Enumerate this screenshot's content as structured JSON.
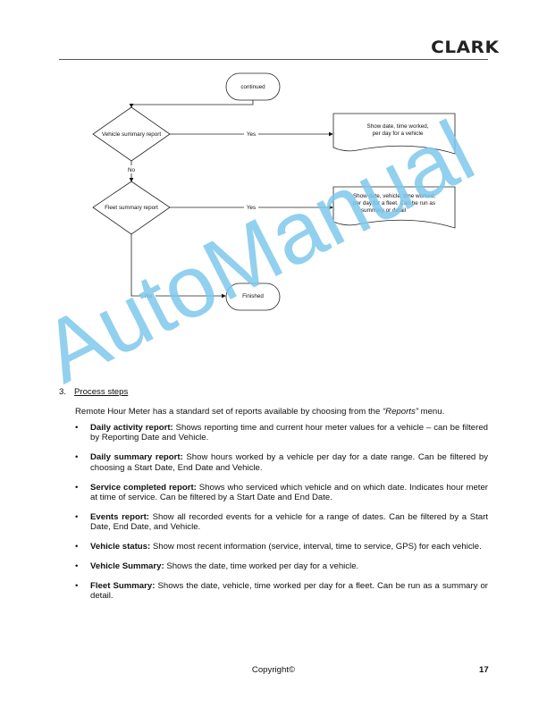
{
  "header": {
    "logo": "CLARK"
  },
  "watermark": "AutoManual",
  "flowchart": {
    "start": "continued",
    "decision1": "Vehicle summary report",
    "decision2": "Fleet summary report",
    "yes1": "Yes",
    "yes2": "Yes",
    "no1": "No",
    "no2": "No",
    "output1": [
      "Show date, time worked,",
      "per day for a vehicle"
    ],
    "output2": [
      "Show date, vehicle, time worked,",
      "per day for a fleet.  Can be run as",
      "summary or detail"
    ],
    "end": "Finished"
  },
  "section": {
    "number": "3.",
    "title": "Process steps",
    "intro_pre": "Remote Hour Meter has a standard set of reports available by choosing from the ",
    "intro_em": "“Reports”",
    "intro_post": " menu.",
    "bullet": "•",
    "items": [
      {
        "term": "Daily activity report:",
        "text": "  Shows reporting time and current hour meter values for a vehicle – can be filtered by Reporting Date and Vehicle."
      },
      {
        "term": "Daily summary report:",
        "text": " Show hours worked by a vehicle per day for a date range.  Can be filtered by choosing a Start Date, End Date and Vehicle."
      },
      {
        "term": "Service completed report:",
        "text": " Shows who serviced which vehicle and on which date.   Indicates hour meter at time of service.  Can be filtered by a Start Date and End Date."
      },
      {
        "term": "Events report:",
        "text": " Show all recorded events for a vehicle for a range of dates.  Can be filtered by a Start Date, End Date, and Vehicle."
      },
      {
        "term": "Vehicle status:",
        "text": " Show most recent information (service, interval, time to service, GPS) for each vehicle."
      },
      {
        "term": "Vehicle Summary:",
        "text": " Shows the date, time worked per day for a vehicle."
      },
      {
        "term": "Fleet Summary:",
        "text": " Shows the date, vehicle, time worked per day for a fleet.  Can be run as a summary or detail."
      }
    ]
  },
  "footer": {
    "copyright": "Copyright©",
    "page": "17"
  }
}
